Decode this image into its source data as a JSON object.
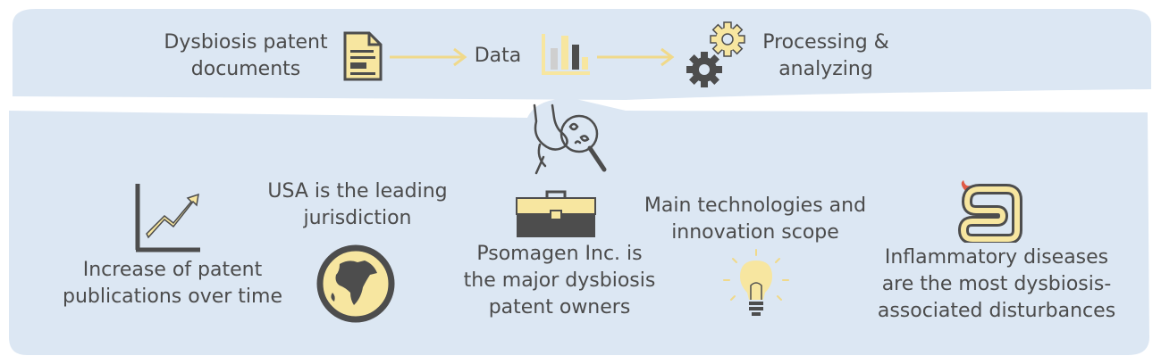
{
  "top_row": {
    "source_label_line1": "Dysbiosis patent",
    "source_label_line2": "documents",
    "data_label": "Data",
    "process_label_line1": "Processing &",
    "process_label_line2": "analyzing"
  },
  "findings": {
    "increase_line1": "Increase of patent",
    "increase_line2": "publications over time",
    "usa_line1": "USA is the leading",
    "usa_line2": "jurisdiction",
    "psomagen_line1": "Psomagen Inc. is",
    "psomagen_line2": "the major dysbiosis",
    "psomagen_line3": "patent owners",
    "tech_line1": "Main technologies and",
    "tech_line2": "innovation scope",
    "inflam_line1": "Inflammatory diseases",
    "inflam_line2": "are the most dysbiosis-",
    "inflam_line3": "associated disturbances"
  },
  "colors": {
    "panel": "#dce7f3",
    "accent_yellow": "#f7e6a0",
    "outline": "#4d4d4d",
    "arrow": "#f0d98a",
    "fire": "#e05a47"
  },
  "icons": [
    "document-icon",
    "bar-chart-icon",
    "gears-icon",
    "stomach-magnifier-icon",
    "trend-chart-icon",
    "globe-icon",
    "briefcase-icon",
    "lightbulb-icon",
    "intestine-icon"
  ]
}
